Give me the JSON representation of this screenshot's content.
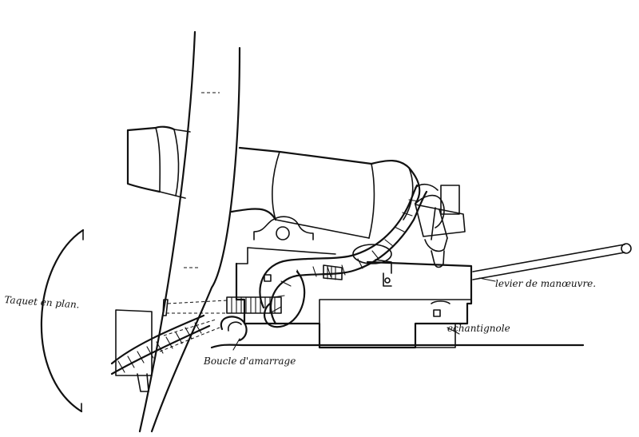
{
  "labels": {
    "taquet": "Taquet en plan.",
    "levier": "levier de manœuvre.",
    "echantignole": "echantignole",
    "boucle": "Boucle d'amarrage"
  },
  "colors": {
    "ink": "#111111",
    "paper": "#ffffff"
  }
}
